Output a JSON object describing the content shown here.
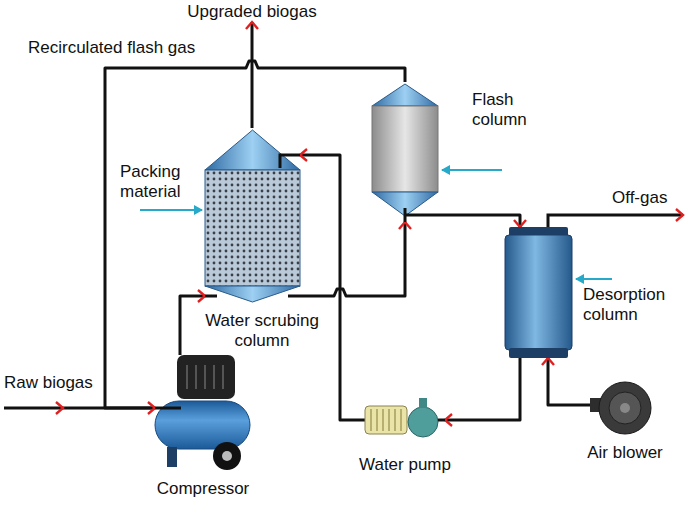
{
  "diagram": {
    "nodes": [
      {
        "text": [
          "Water scrubing column"
        ]
      },
      {
        "text": [
          "Flash column"
        ]
      },
      {
        "text": [
          "Desorption column"
        ]
      },
      {
        "text": [
          "Compressor"
        ]
      },
      {
        "text": [
          "Water pump"
        ]
      },
      {
        "text": [
          "Air blower"
        ]
      }
    ],
    "edges": [
      {
        "from": 3,
        "to": 0,
        "arrow": "to"
      },
      {
        "from": 0,
        "to": 1,
        "arrow": "to"
      },
      {
        "from": 1,
        "to": 2,
        "arrow": "to"
      },
      {
        "from": 2,
        "to": 4,
        "arrow": "to"
      },
      {
        "from": 4,
        "to": 0,
        "arrow": "to"
      },
      {
        "from": 5,
        "to": 2,
        "arrow": "to"
      },
      {
        "from": 1,
        "to": 3,
        "label": "Recirculated flash gas",
        "arrow": "to"
      }
    ],
    "labels": [
      "Upgraded biogas",
      "Packing material",
      "Off-gas",
      "Raw biogas"
    ]
  }
}
